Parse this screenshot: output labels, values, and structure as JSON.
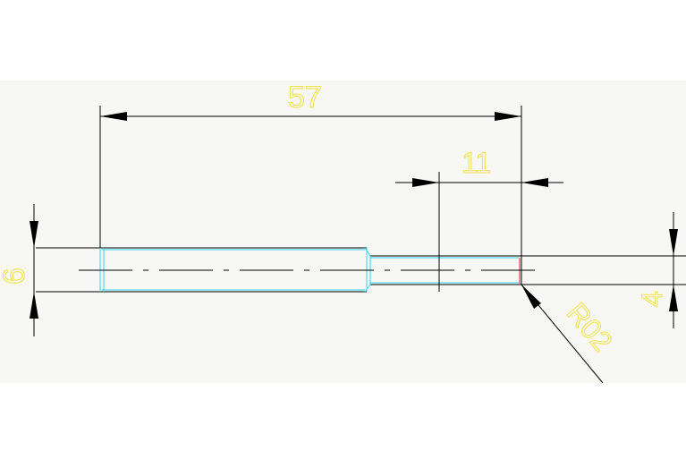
{
  "colors": {
    "background_band": "#f7f8f5",
    "outline": "#000000",
    "cyan_lines": "#2fd6ea",
    "text": "#f2e24a",
    "red_mark": "#e0405a"
  },
  "dimensions": {
    "overall_length": "57",
    "thread_length": "11",
    "large_diameter": "6",
    "small_diameter": "4",
    "radius": "R02"
  }
}
